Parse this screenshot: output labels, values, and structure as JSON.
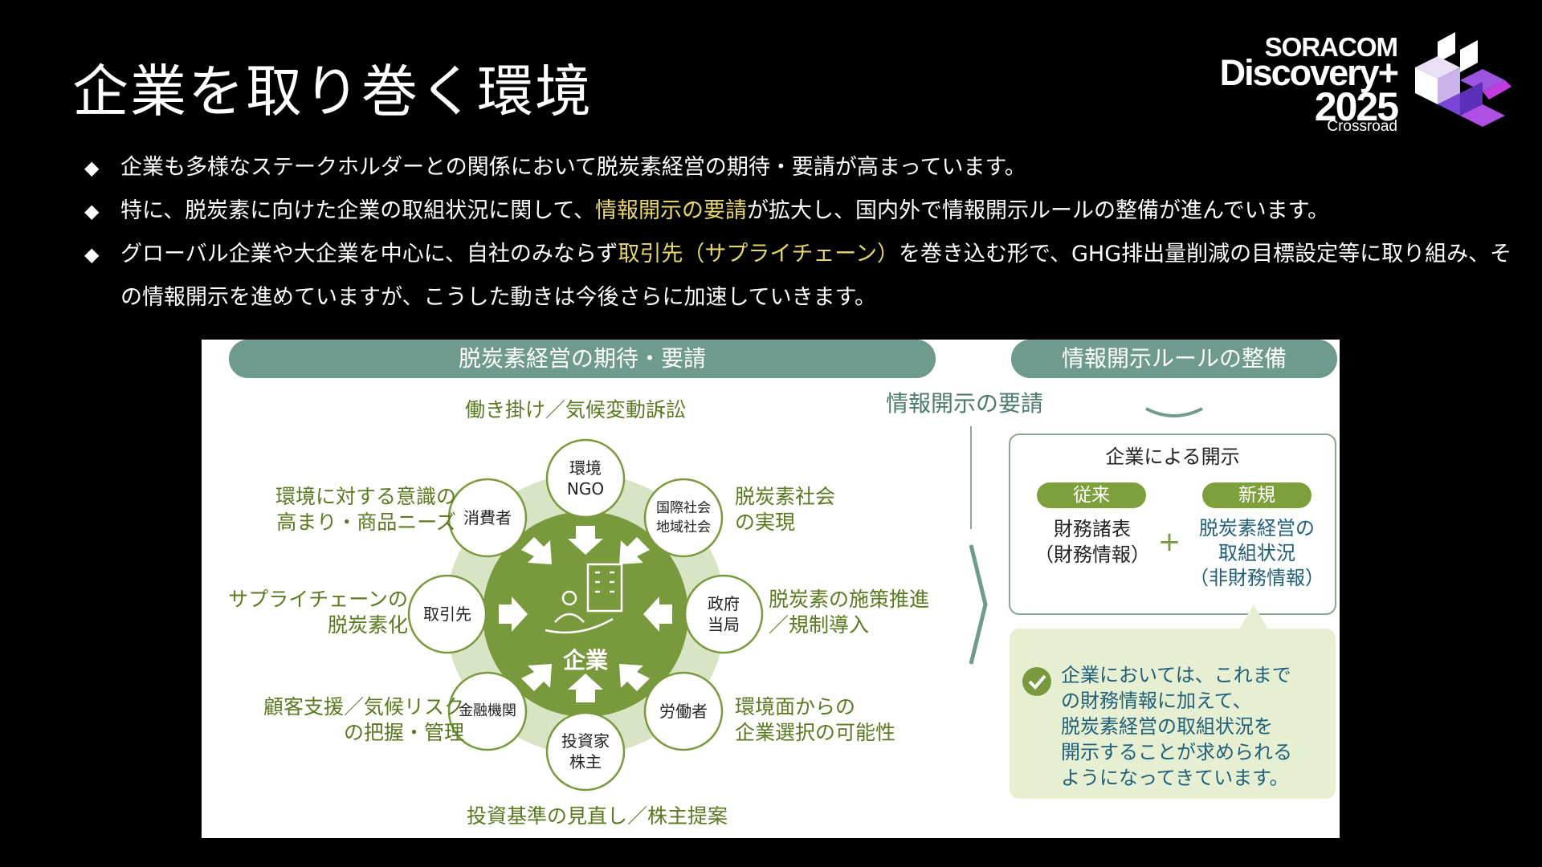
{
  "title": "企業を取り巻く環境",
  "logo": {
    "line1": "SORACOM",
    "line2": "Discovery+",
    "line3": "2025",
    "line4": "Crossroad"
  },
  "bullets": [
    {
      "mark": "◆",
      "parts": [
        {
          "text": "企業も多様なステークホルダーとの関係において脱炭素経営の期待・要請が高まっています。",
          "hl": false
        }
      ]
    },
    {
      "mark": "◆",
      "parts": [
        {
          "text": "特に、脱炭素に向けた企業の取組状況に関して、",
          "hl": false
        },
        {
          "text": "情報開示の要請",
          "hl": true
        },
        {
          "text": "が拡大し、国内外で情報開示ルールの整備が進んでいます。",
          "hl": false
        }
      ]
    },
    {
      "mark": "◆",
      "parts": [
        {
          "text": "グローバル企業や大企業を中心に、自社のみならず",
          "hl": false
        },
        {
          "text": "取引先（サプライチェーン）",
          "hl": true
        },
        {
          "text": "を巻き込む形で、GHG排出量削減の目標設定等に取り組み、その情報開示を進めていますが、こうした動きは今後さらに加速していきます。",
          "hl": false
        }
      ]
    }
  ],
  "diagram": {
    "header_left": "脱炭素経営の期待・要請",
    "header_right": "情報開示ルールの整備",
    "center_label": "企業",
    "nodes": {
      "ngo": [
        "環境",
        "NGO"
      ],
      "intl": [
        "国際社会",
        "地域社会"
      ],
      "gov": [
        "政府",
        "当局"
      ],
      "labor": [
        "労働者"
      ],
      "investor": [
        "投資家",
        "株主"
      ],
      "finance": [
        "金融機関"
      ],
      "supplier": [
        "取引先"
      ],
      "consumer": [
        "消費者"
      ]
    },
    "side": {
      "top": "働き掛け／気候変動訴訟",
      "intl": [
        "脱炭素社会",
        "の実現"
      ],
      "gov": [
        "脱炭素の施策推進",
        "／規制導入"
      ],
      "labor": [
        "環境面からの",
        "企業選択の可能性"
      ],
      "bottom": "投資基準の見直し／株主提案",
      "finance": [
        "顧客支援／気候リスク",
        "の把握・管理"
      ],
      "supplier": [
        "サプライチェーンの",
        "脱炭素化"
      ],
      "consumer": [
        "環境に対する意識の",
        "高まり・商品ニーズ"
      ]
    },
    "disclosure_request": "情報開示の要請",
    "box_title": "企業による開示",
    "old_label": "従来",
    "new_label": "新規",
    "old_text": [
      "財務諸表",
      "（財務情報）"
    ],
    "plus": "+",
    "new_text": [
      "脱炭素経営の",
      "取組状況",
      "（非財務情報）"
    ],
    "note": [
      "企業においては、これまで",
      "の財務情報に加えて、",
      "脱炭素経営の取組状況を",
      "開示することが求められる",
      "ようになってきています。"
    ],
    "colors": {
      "header": "#6f9b8f",
      "dark_green": "#789a3c",
      "light_green": "#d8e4c3",
      "text_green": "#5a7a20",
      "teal_text": "#1f5f7a",
      "note_bg": "#e6efd2"
    }
  }
}
